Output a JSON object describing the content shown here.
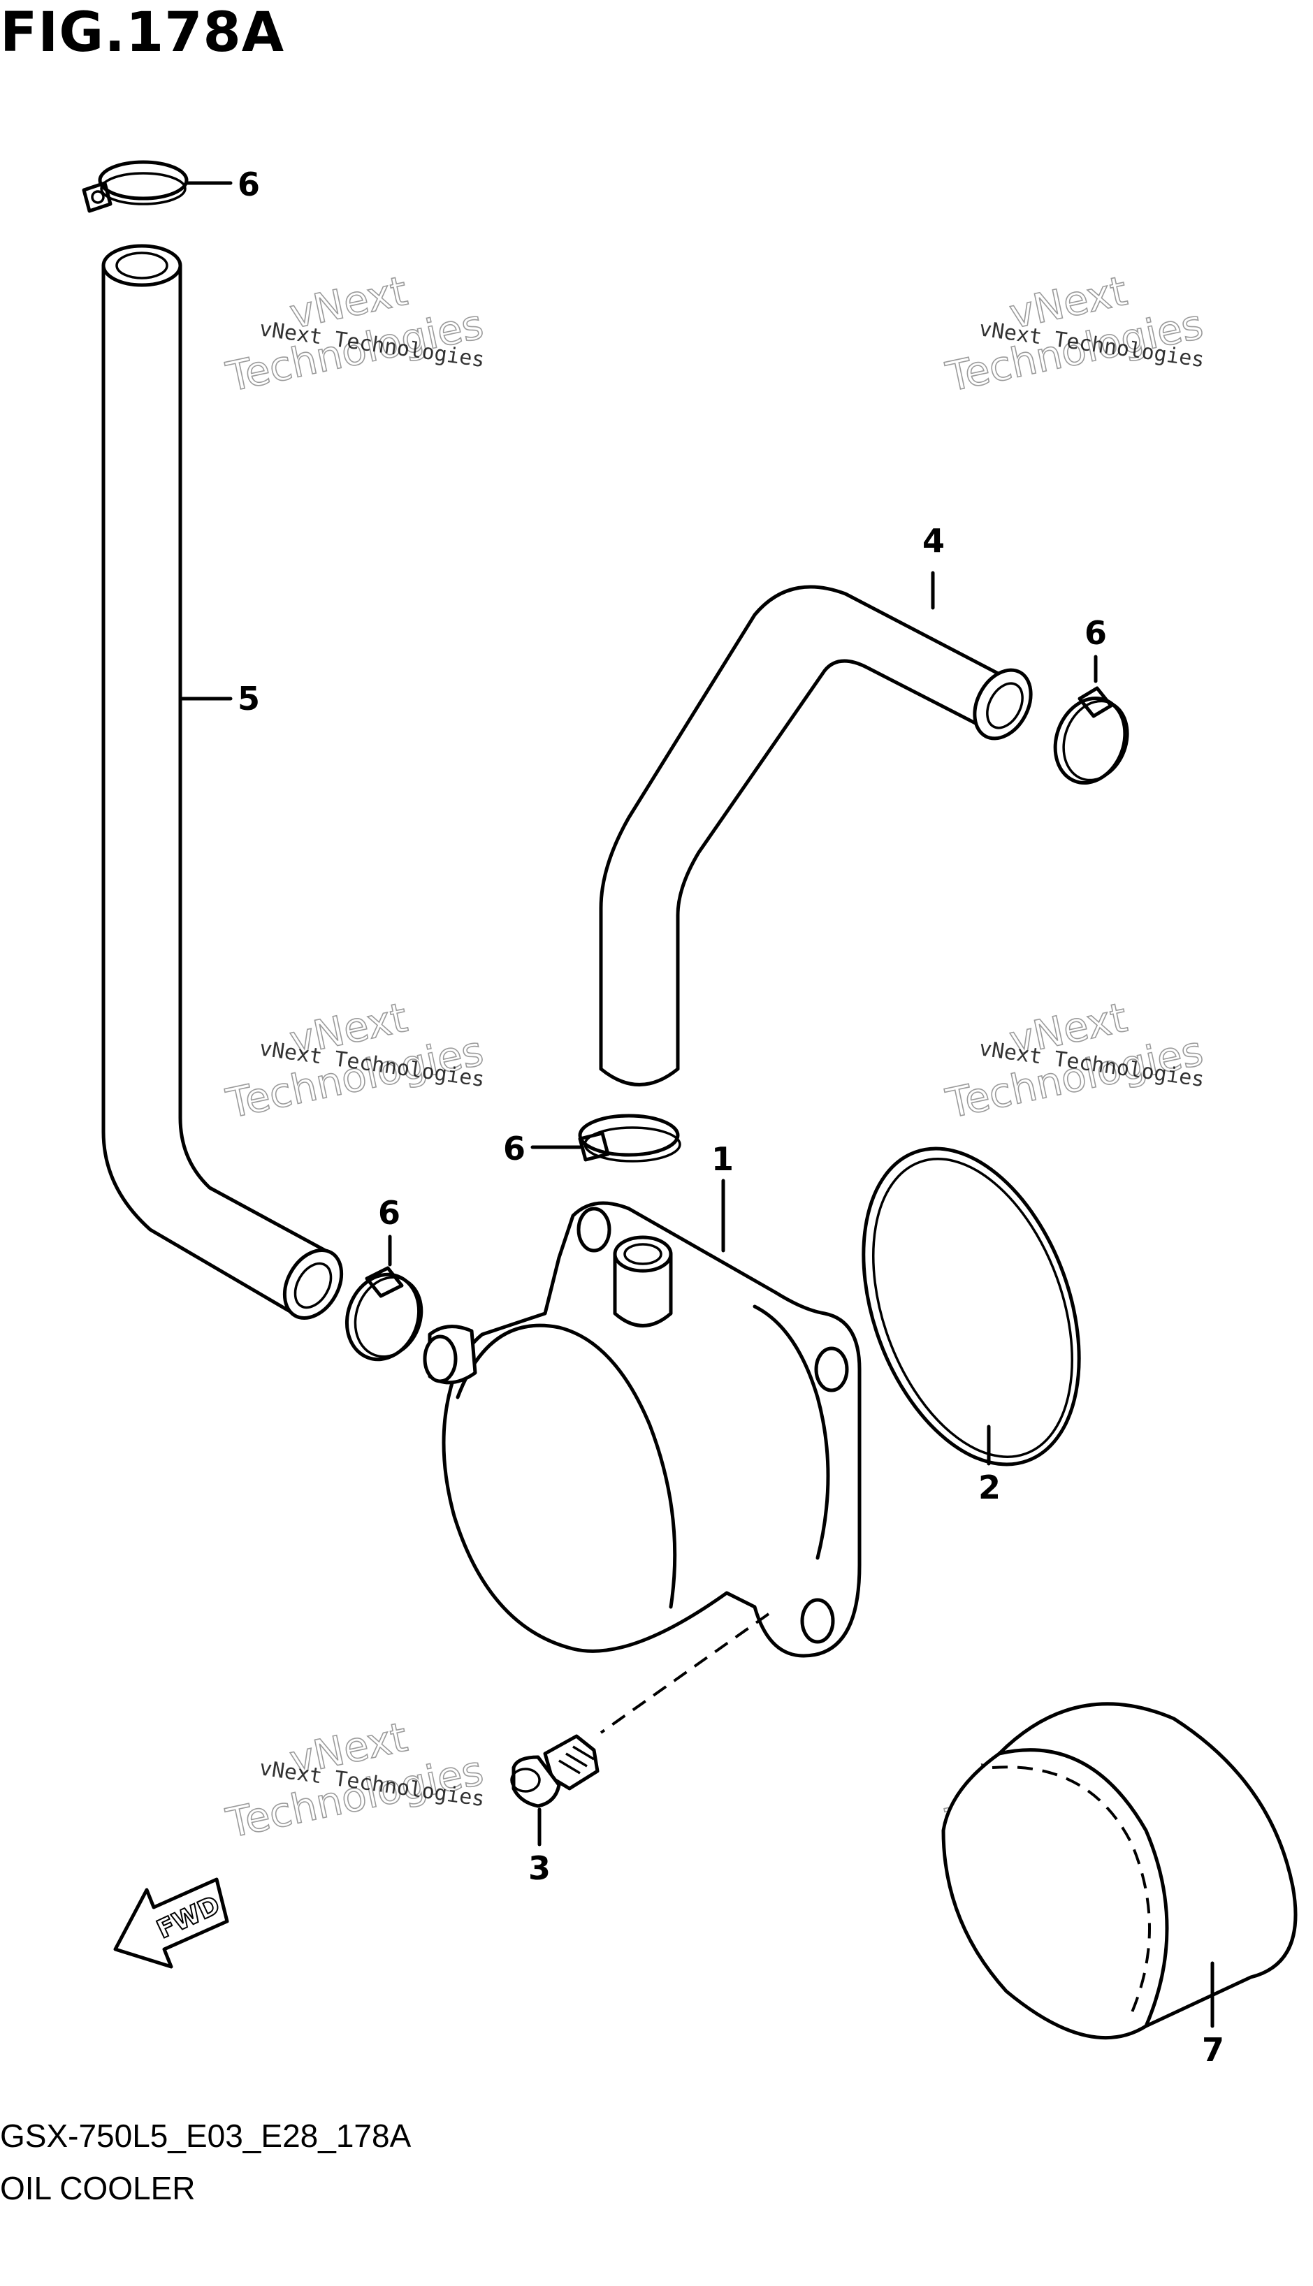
{
  "figure": {
    "title": "FIG.178A",
    "model_code": "GSX-750L5_E03_E28_178A",
    "section_name": "OIL COOLER"
  },
  "callouts": {
    "c1": "1",
    "c2": "2",
    "c3": "3",
    "c4": "4",
    "c5": "5",
    "c6_top": "6",
    "c6_right": "6",
    "c6_mid": "6",
    "c6_left": "6",
    "c7": "7"
  },
  "fwd_label": "FWD",
  "watermark": {
    "line1": "vNext Technologies",
    "line2": "vNext",
    "line3": "Technologies"
  }
}
